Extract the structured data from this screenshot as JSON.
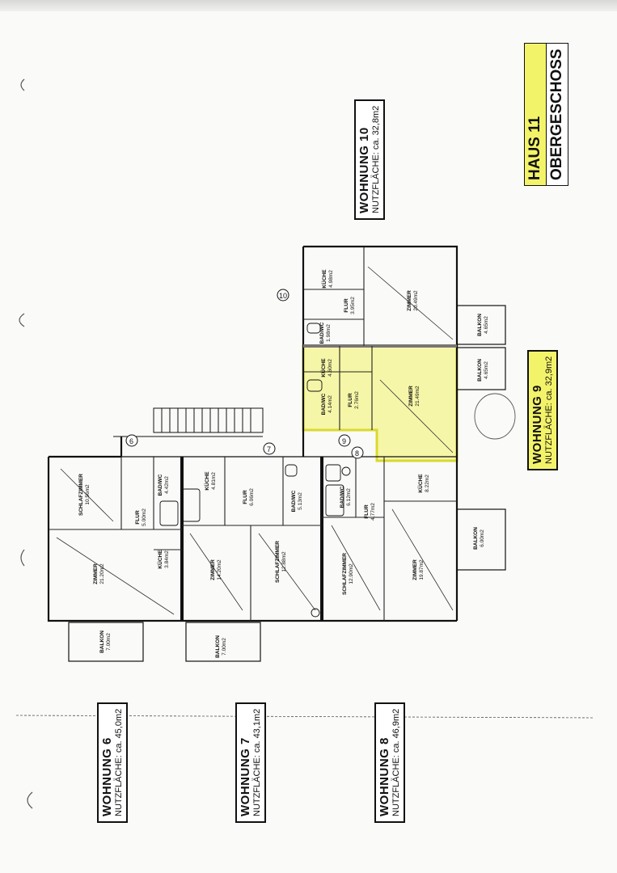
{
  "title": {
    "house": "HAUS 11",
    "floor": "OBERGESCHOSS"
  },
  "apartments": [
    {
      "id": "w10",
      "name": "WOHNUNG 10",
      "area": "NUTZFLÄCHE: ca. 32,8m2",
      "highlight": false
    },
    {
      "id": "w9",
      "name": "WOHNUNG 9",
      "area": "NUTZFLÄCHE: ca. 32,9m2",
      "highlight": true
    },
    {
      "id": "w6",
      "name": "WOHNUNG 6",
      "area": "NUTZFLÄCHE: ca. 45,0m2",
      "highlight": false
    },
    {
      "id": "w7",
      "name": "WOHNUNG 7",
      "area": "NUTZFLÄCHE: ca. 43,1m2",
      "highlight": false
    },
    {
      "id": "w8",
      "name": "WOHNUNG 8",
      "area": "NUTZFLÄCHE: ca. 46,9m2",
      "highlight": false
    }
  ],
  "unit_markers": [
    "6",
    "7",
    "8",
    "9",
    "10"
  ],
  "rooms": {
    "w10_kueche": [
      "KÜCHE",
      "4.98m2"
    ],
    "w10_badwc": [
      "BAD/WC",
      "1.98m2"
    ],
    "w10_flur": [
      "FLUR",
      "3.95m2"
    ],
    "w10_zimmer": [
      "ZIMMER",
      "20.49m2"
    ],
    "w10_balkon": [
      "BALKON",
      "4.65m2"
    ],
    "w9_kueche": [
      "KÜCHE",
      "4.60m2"
    ],
    "w9_badwc": [
      "BAD/WC",
      "4.14m2"
    ],
    "w9_flur": [
      "FLUR",
      "2.76m2"
    ],
    "w9_zimmer": [
      "ZIMMER",
      "21.49m2"
    ],
    "w9_balkon": [
      "BALKON",
      "4.65m2"
    ],
    "w6_schlaf": [
      "SCHLAFZIMMER",
      "10.56m2"
    ],
    "w6_flur": [
      "FLUR",
      "5.00m2"
    ],
    "w6_badwc": [
      "BAD/WC",
      "4.42m2"
    ],
    "w6_kueche": [
      "KÜCHE",
      "3.84m2"
    ],
    "w6_zimmer": [
      "ZIMMER",
      "21.20m2"
    ],
    "w6_balkon": [
      "BALKON",
      "7.00m2"
    ],
    "w7_kueche": [
      "KÜCHE",
      "4.81m2"
    ],
    "w7_flur": [
      "FLUR",
      "6.06m2"
    ],
    "w7_badwc": [
      "BAD/WC",
      "5.13m2"
    ],
    "w7_zimmer": [
      "ZIMMER",
      "14.20m2"
    ],
    "w7_schlaf": [
      "SCHLAFZIMMER",
      "12.88m2"
    ],
    "w7_balkon": [
      "BALKON",
      "7.00m2"
    ],
    "w8_badwc": [
      "BAD/WC",
      "6.12m2"
    ],
    "w8_flur": [
      "FLUR",
      "4.77m2"
    ],
    "w8_kueche": [
      "KÜCHE",
      "8.22m2"
    ],
    "w8_schlaf": [
      "SCHLAFZIMMER",
      "12.90m2"
    ],
    "w8_zimmer": [
      "ZIMMER",
      "19.87m2"
    ],
    "w8_balkon": [
      "BALKON",
      "6.00m2"
    ]
  }
}
